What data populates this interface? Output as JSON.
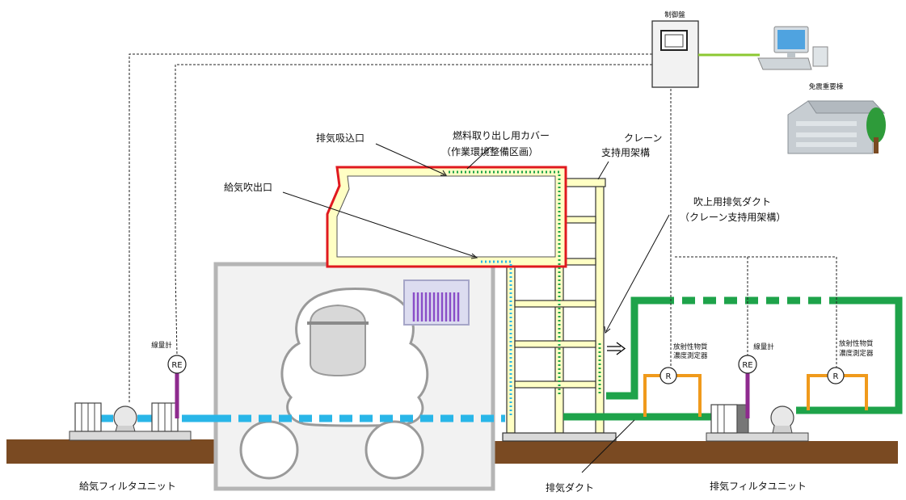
{
  "labels": {
    "control_panel": "制御盤",
    "seismic_building": "免震重要棟",
    "fuel_cover_line1": "燃料取り出し用カバー",
    "fuel_cover_line2": "（作業環境整備区画）",
    "crane_line1": "クレーン",
    "crane_line2": "支持用架構",
    "exhaust_intake": "排気吸込口",
    "supply_outlet": "給気吹出口",
    "blowup_duct_line1": "吹上用排気ダクト",
    "blowup_duct_line2": "（クレーン支持用架構）",
    "dosimeter_left": "線量計",
    "dosimeter_right": "線量計",
    "re_left": "RE",
    "re_right": "RE",
    "r_left": "R",
    "r_right": "R",
    "rad_meter_left_line1": "放射性物質",
    "rad_meter_left_line2": "濃度測定器",
    "rad_meter_right_line1": "放射性物質",
    "rad_meter_right_line2": "濃度測定器",
    "supply_filter_unit": "給気フィルタユニット",
    "exhaust_filter_unit": "排気フィルタユニット",
    "exhaust_duct": "排気ダクト"
  },
  "colors": {
    "supply_duct": "#29b6e8",
    "exhaust_duct": "#1ea34a",
    "cover_outline": "#e0191f",
    "frame_fill": "#ffffc4",
    "ground": "#7a4a22",
    "sample_line": "#f09a1c",
    "dosimeter_pipe": "#8e2a8e",
    "fuel_pool": "#8a4fc8"
  }
}
